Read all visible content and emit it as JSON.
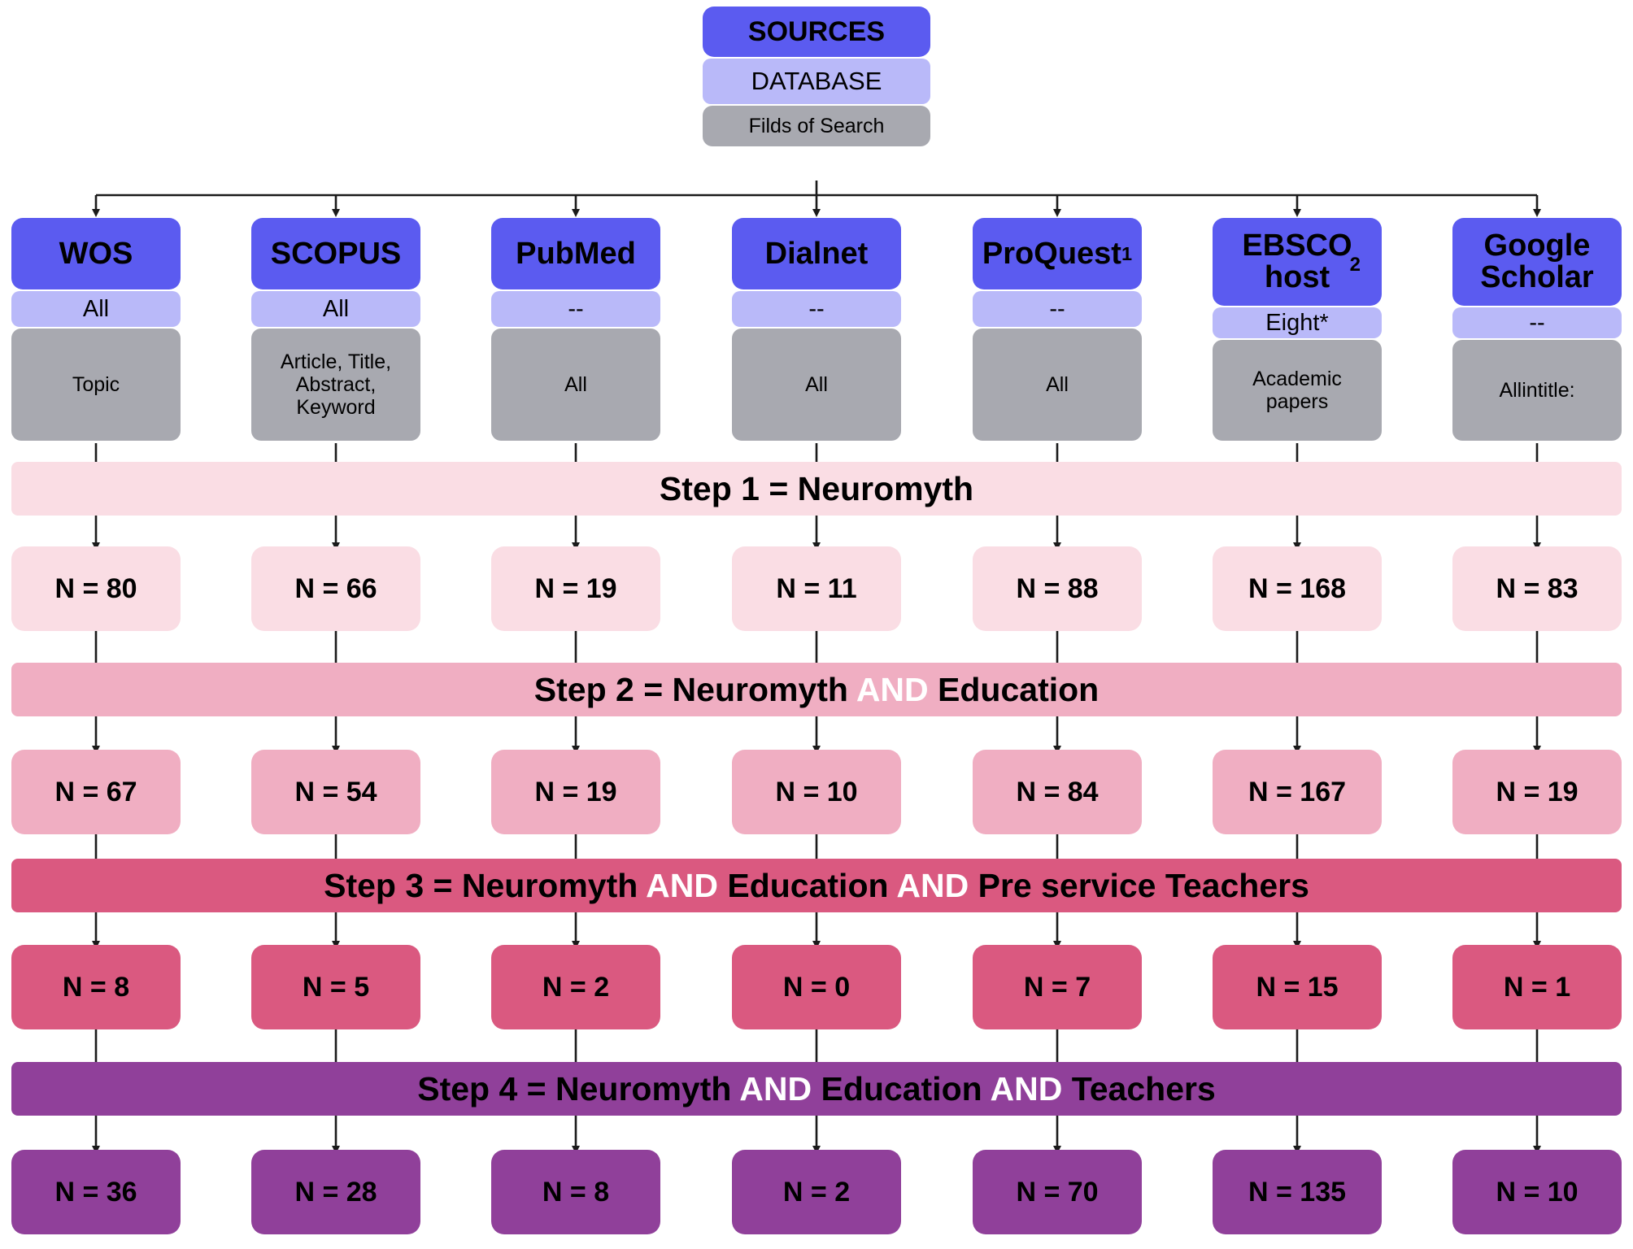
{
  "diagram": {
    "title": "Database search strategy flowchart",
    "root": {
      "title": "SOURCES",
      "database": "DATABASE",
      "fields": "Filds of Search"
    },
    "columns": [
      {
        "name": "WOS",
        "name_sup": "",
        "database": "All",
        "fields": "Topic"
      },
      {
        "name": "SCOPUS",
        "name_sup": "",
        "database": "All",
        "fields": "Article, Title, Abstract, Keyword"
      },
      {
        "name": "PubMed",
        "name_sup": "",
        "database": "--",
        "fields": "All"
      },
      {
        "name": "Dialnet",
        "name_sup": "",
        "database": "--",
        "fields": "All"
      },
      {
        "name": "ProQuest",
        "name_sup": "1",
        "database": "--",
        "fields": "All"
      },
      {
        "name": "EBSCO host",
        "name_sup": "2",
        "database": "Eight*",
        "fields": "Academic papers"
      },
      {
        "name": "Google Scholar",
        "name_sup": "",
        "database": "--",
        "fields": "Allintitle:"
      }
    ],
    "steps": [
      {
        "id": "step-1",
        "label_parts": [
          {
            "text": "Step 1 = Neuromyth",
            "emphasis": false
          }
        ],
        "color": "#fadde4",
        "results": [
          "N = 80",
          "N = 66",
          "N = 19",
          "N = 11",
          "N = 88",
          "N = 168",
          "N = 83"
        ],
        "counts": [
          80,
          66,
          19,
          11,
          88,
          168,
          83
        ]
      },
      {
        "id": "step-2",
        "label_parts": [
          {
            "text": "Step 2 = Neuromyth ",
            "emphasis": false
          },
          {
            "text": "AND",
            "emphasis": true
          },
          {
            "text": " Education",
            "emphasis": false
          }
        ],
        "color": "#f0aec2",
        "results": [
          "N = 67",
          "N = 54",
          "N = 19",
          "N = 10",
          "N = 84",
          "N = 167",
          "N = 19"
        ],
        "counts": [
          67,
          54,
          19,
          10,
          84,
          167,
          19
        ]
      },
      {
        "id": "step-3",
        "label_parts": [
          {
            "text": "Step 3 = Neuromyth ",
            "emphasis": false
          },
          {
            "text": "AND",
            "emphasis": true
          },
          {
            "text": " Education ",
            "emphasis": false
          },
          {
            "text": "AND",
            "emphasis": true
          },
          {
            "text": " Pre service Teachers",
            "emphasis": false
          }
        ],
        "color": "#da5980",
        "results": [
          "N = 8",
          "N = 5",
          "N = 2",
          "N = 0",
          "N = 7",
          "N = 15",
          "N = 1"
        ],
        "counts": [
          8,
          5,
          2,
          0,
          7,
          15,
          1
        ]
      },
      {
        "id": "step-4",
        "label_parts": [
          {
            "text": "Step 4 = Neuromyth ",
            "emphasis": false
          },
          {
            "text": "AND",
            "emphasis": true
          },
          {
            "text": " Education ",
            "emphasis": false
          },
          {
            "text": "AND",
            "emphasis": true
          },
          {
            "text": " Teachers",
            "emphasis": false
          }
        ],
        "color": "#90409a",
        "results": [
          "N = 36",
          "N = 28",
          "N = 8",
          "N = 2",
          "N = 70",
          "N = 135",
          "N = 10"
        ],
        "counts": [
          36,
          28,
          8,
          2,
          70,
          135,
          10
        ]
      }
    ],
    "colors": {
      "source_title": "#5b5bf0",
      "source_database": "#b9b9f9",
      "source_field": "#a8a9b0",
      "step1": "#fadde4",
      "step2": "#f0aec2",
      "step3": "#da5980",
      "step4": "#90409a",
      "connector": "#000000",
      "and_highlight": "#ffffff"
    }
  }
}
